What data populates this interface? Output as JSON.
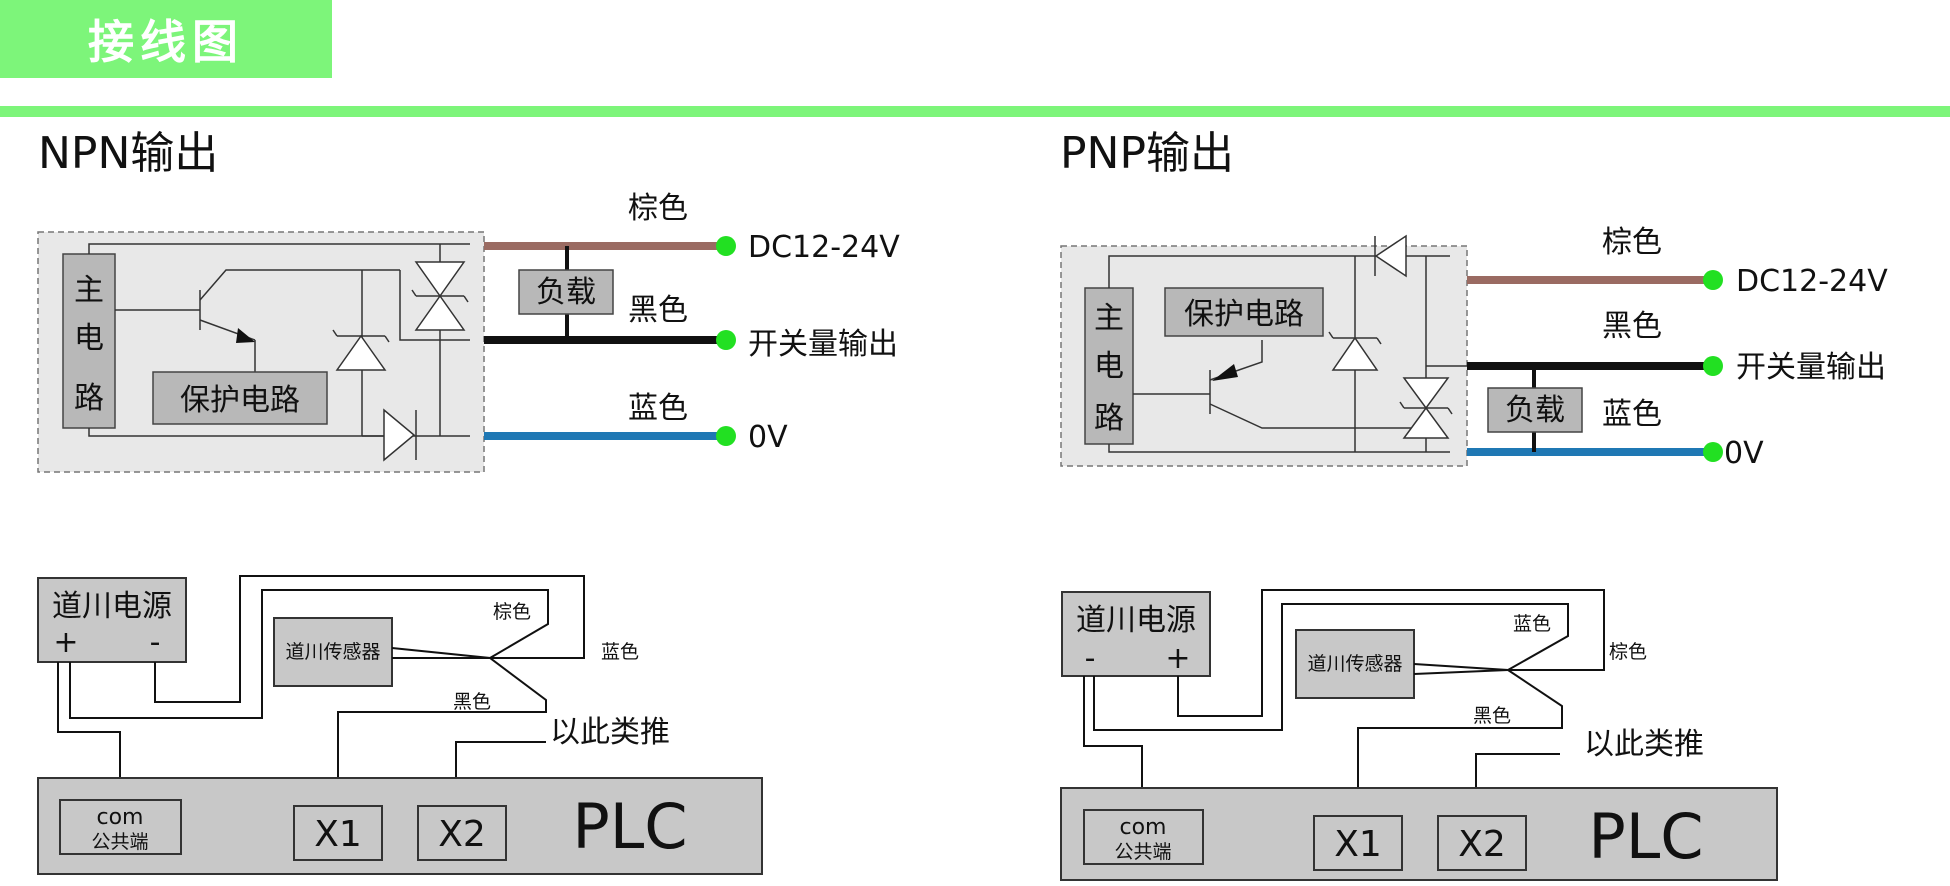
{
  "header": {
    "title": "接线图"
  },
  "npn": {
    "title": "NPN输出",
    "main_circuit": [
      "主",
      "电",
      "路"
    ],
    "protection": "保护电路",
    "load": "负载",
    "wire_brown": "棕色",
    "wire_black": "黑色",
    "wire_blue": "蓝色",
    "term_dc": "DC12-24V",
    "term_out": "开关量输出",
    "term_0v": "0V",
    "psu": "道川电源",
    "psu_plus": "+",
    "psu_minus": "-",
    "sensor": "道川传感器",
    "sensor_brown": "棕色",
    "sensor_blue": "蓝色",
    "sensor_black": "黑色",
    "etc": "以此类推",
    "com": "com",
    "com_sub": "公共端",
    "x1": "X1",
    "x2": "X2",
    "plc": "PLC"
  },
  "pnp": {
    "title": "PNP输出",
    "main_circuit": [
      "主",
      "电",
      "路"
    ],
    "protection": "保护电路",
    "load": "负载",
    "wire_brown": "棕色",
    "wire_black": "黑色",
    "wire_blue": "蓝色",
    "term_dc": "DC12-24V",
    "term_out": "开关量输出",
    "term_0v": "0V",
    "psu": "道川电源",
    "psu_minus": "-",
    "psu_plus": "+",
    "sensor": "道川传感器",
    "sensor_blue": "蓝色",
    "sensor_brown": "棕色",
    "sensor_black": "黑色",
    "etc": "以此类推",
    "com": "com",
    "com_sub": "公共端",
    "x1": "X1",
    "x2": "X2",
    "plc": "PLC"
  },
  "colors": {
    "accent": "#7df57a",
    "brown_wire": "#9a6b62",
    "black_wire": "#111111",
    "blue_wire": "#1f78b4",
    "terminal_dot": "#22e022",
    "box_fill": "#c8c8c8",
    "panel_fill": "#e8e8e8"
  }
}
